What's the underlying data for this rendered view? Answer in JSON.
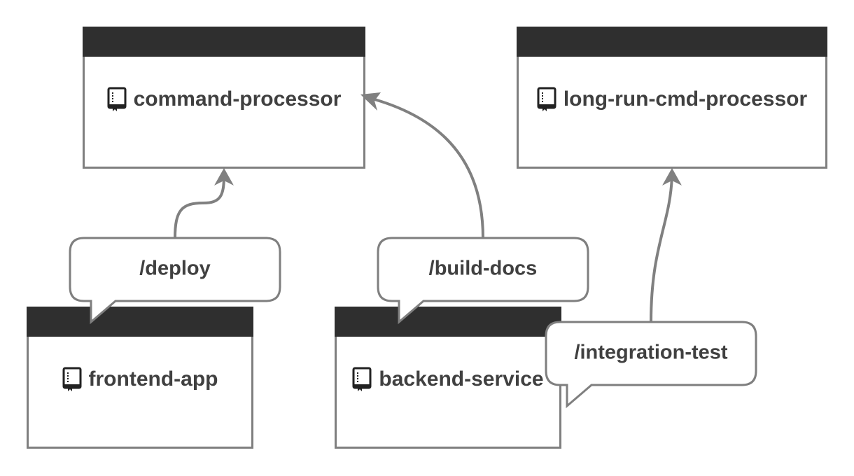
{
  "repositories": {
    "command_processor": {
      "name": "command-processor",
      "icon": "repo-book-icon"
    },
    "long_run_cmd_processor": {
      "name": "long-run-cmd-processor",
      "icon": "repo-book-icon"
    },
    "frontend_app": {
      "name": "frontend-app",
      "icon": "repo-book-icon"
    },
    "backend_service": {
      "name": "backend-service",
      "icon": "repo-book-icon"
    }
  },
  "commands": {
    "deploy": "/deploy",
    "build_docs": "/build-docs",
    "integration_test": "/integration-test"
  },
  "colors": {
    "header_bar": "#2f2f2f",
    "border": "#7f7f7f",
    "text": "#404040",
    "arrow": "#808080"
  }
}
